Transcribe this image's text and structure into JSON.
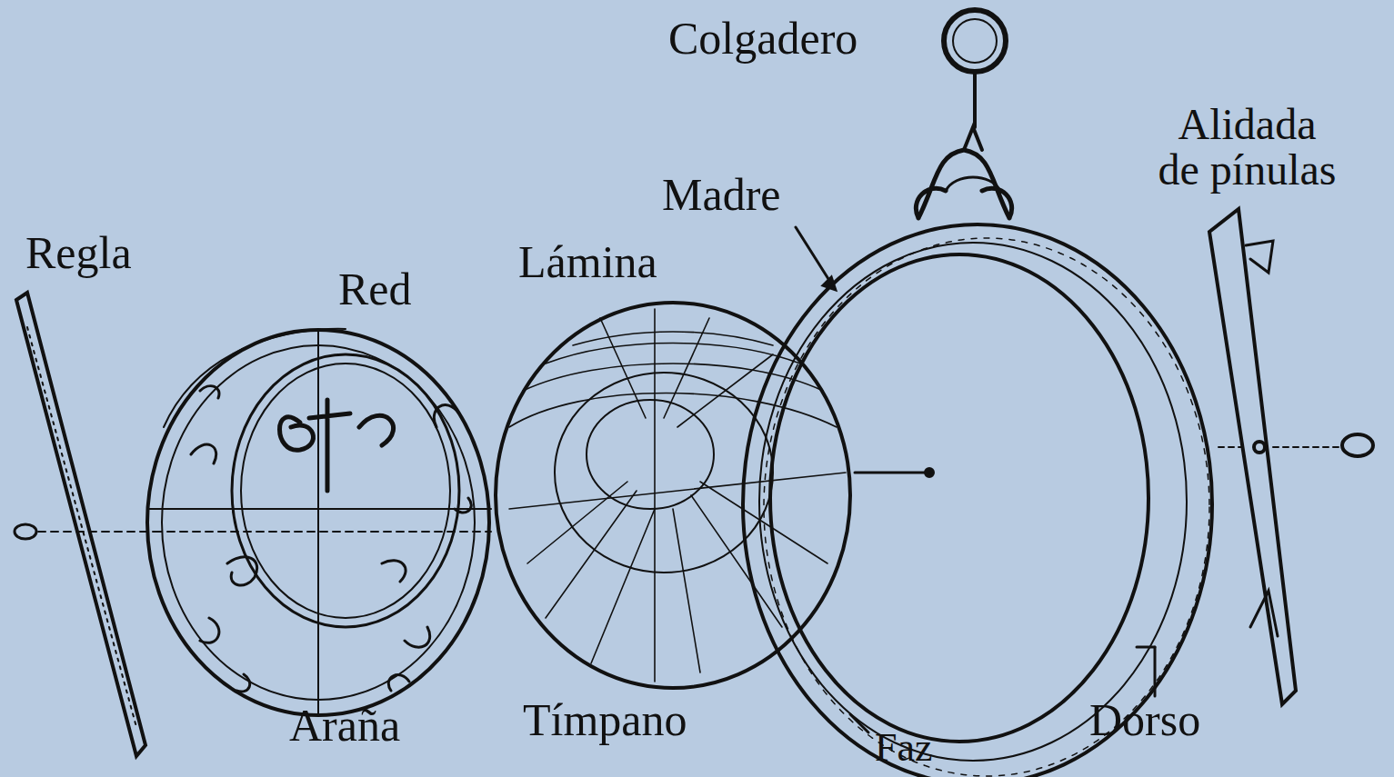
{
  "diagram": {
    "labels": [
      "Colgadero",
      "Alidada de pínulas",
      "Madre",
      "Regla",
      "Red",
      "Lámina",
      "Araña",
      "Tímpano",
      "Dorso",
      "Faz"
    ]
  }
}
